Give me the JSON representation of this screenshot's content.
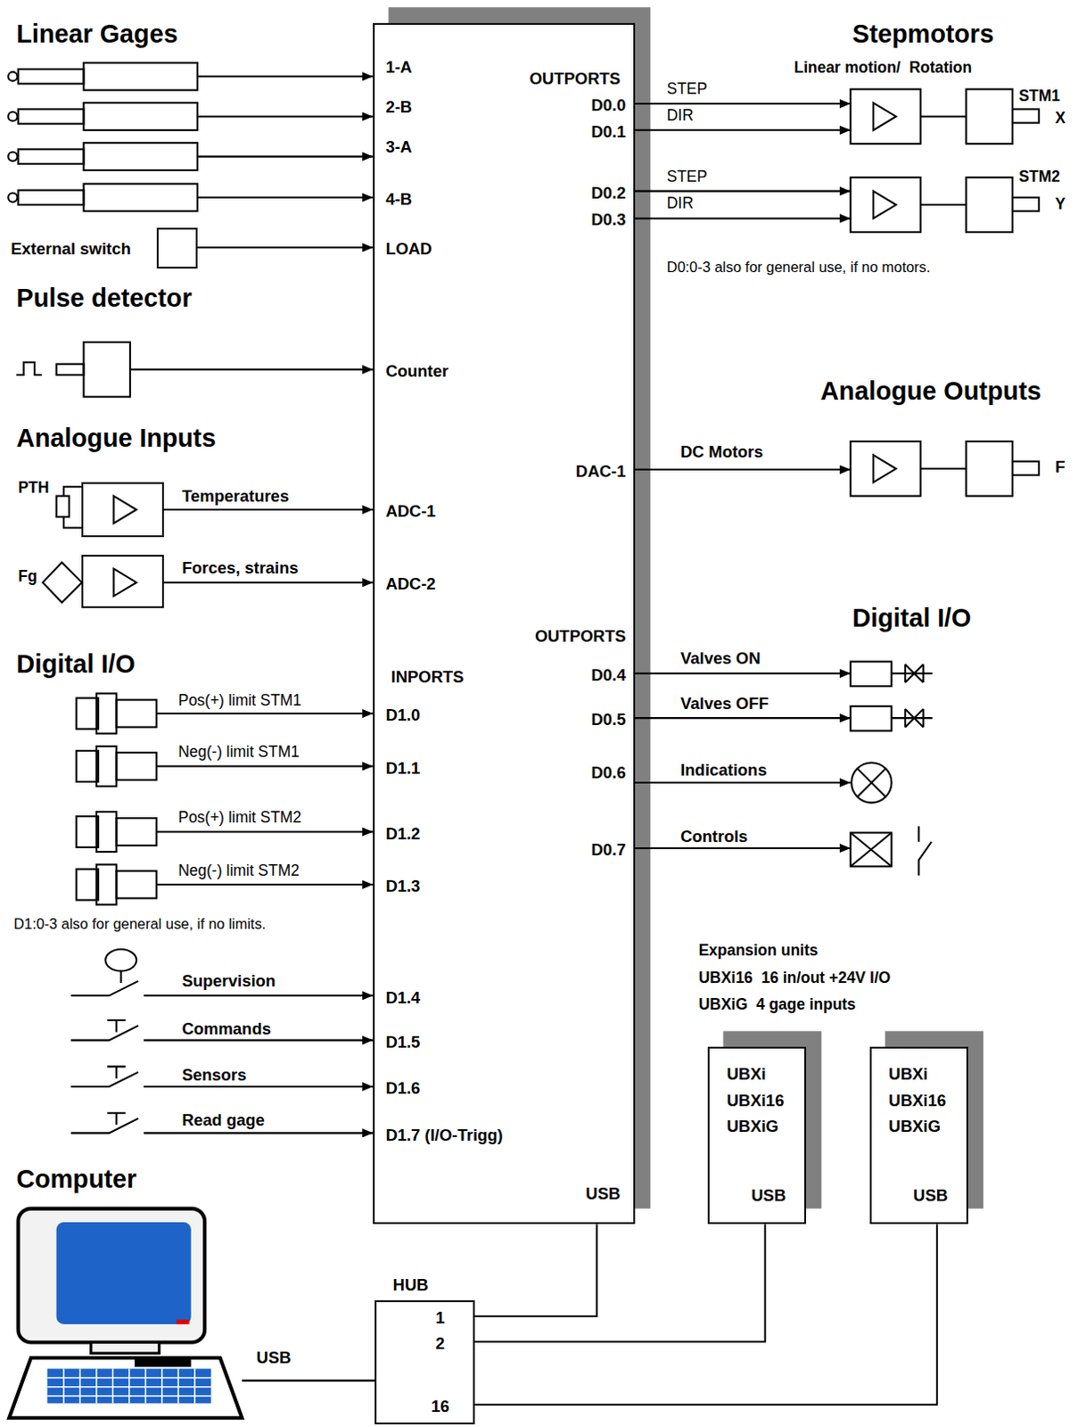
{
  "diagram": {
    "nodes": [
      {
        "text": [
          "1-A",
          "2-B",
          "3-A",
          "4-B",
          "LOAD",
          "Counter",
          "ADC-1",
          "ADC-2",
          "INPORTS",
          "D1.0",
          "D1.1",
          "D1.2",
          "D1.3",
          "D1.4",
          "D1.5",
          "D1.6",
          "D1.7 (I/O-Trigg)",
          "OUTPORTS",
          "D0.0",
          "D0.1",
          "D0.2",
          "D0.3",
          "DAC-1",
          "OUTPORTS",
          "D0.4",
          "D0.5",
          "D0.6",
          "D0.7",
          "USB"
        ]
      },
      {
        "text": [
          "External switch"
        ]
      },
      {
        "text": [
          "PTH"
        ]
      },
      {
        "text": [
          "Fg"
        ]
      },
      {
        "text": [
          "UBXi",
          "UBXi16",
          "UBXiG",
          "USB"
        ]
      },
      {
        "text": [
          "UBXi",
          "UBXi16",
          "UBXiG",
          "USB"
        ]
      },
      {
        "text": [
          "HUB",
          "1",
          "2",
          "16"
        ]
      }
    ],
    "edges": [
      {
        "from": 1,
        "to": 0,
        "arrow": "to"
      },
      {
        "from": 2,
        "to": 0,
        "label": "Temperatures",
        "arrow": "to"
      },
      {
        "from": 3,
        "to": 0,
        "label": "Forces, strains",
        "arrow": "to"
      },
      {
        "from": 6,
        "to": 0,
        "arrow": "none"
      },
      {
        "from": 6,
        "to": 4,
        "arrow": "none"
      },
      {
        "from": 6,
        "to": 5,
        "arrow": "none"
      }
    ],
    "labels": [
      "Linear Gages",
      "Stepmotors",
      "Linear motion/  Rotation",
      "STEP",
      "DIR",
      "STM1",
      "X",
      "STEP",
      "DIR",
      "STM2",
      "Y",
      "D0:0-3 also for general use, if no motors.",
      "Pulse detector",
      "Analogue Outputs",
      "DC Motors",
      "F",
      "Analogue Inputs",
      "Digital I/O",
      "Valves ON",
      "Valves OFF",
      "Indications",
      "Controls",
      "Digital I/O",
      "Pos(+) limit STM1",
      "Neg(-) limit STM1",
      "Pos(+) limit STM2",
      "Neg(-) limit STM2",
      "D1:0-3 also for general use, if no limits.",
      "Expansion units",
      "UBXi16  16 in/out +24V I/O",
      "UBXiG  4 gage inputs",
      "Supervision",
      "Commands",
      "Sensors",
      "Read gage",
      "Computer",
      "USB"
    ]
  }
}
